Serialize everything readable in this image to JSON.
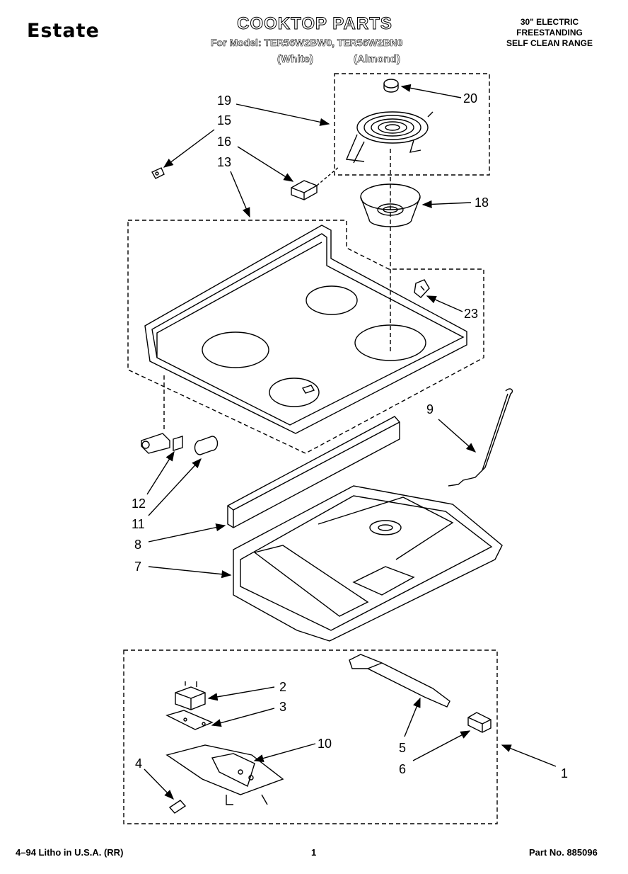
{
  "header": {
    "brand": "Estate",
    "title": "COOKTOP PARTS",
    "model_line": "For Model: TER56W2BW0, TER56W2BN0",
    "variant_white": "(White)",
    "variant_almond": "(Almond)",
    "description": [
      "30\" ELECTRIC",
      "FREESTANDING",
      "SELF CLEAN RANGE"
    ]
  },
  "callouts": [
    "19",
    "15",
    "16",
    "13",
    "20",
    "18",
    "23",
    "9",
    "12",
    "11",
    "8",
    "7",
    "2",
    "3",
    "10",
    "4",
    "5",
    "6",
    "1"
  ],
  "footer": {
    "left": "4–94 Litho in U.S.A. (RR)",
    "center": "1",
    "right": "Part No. 885096"
  }
}
